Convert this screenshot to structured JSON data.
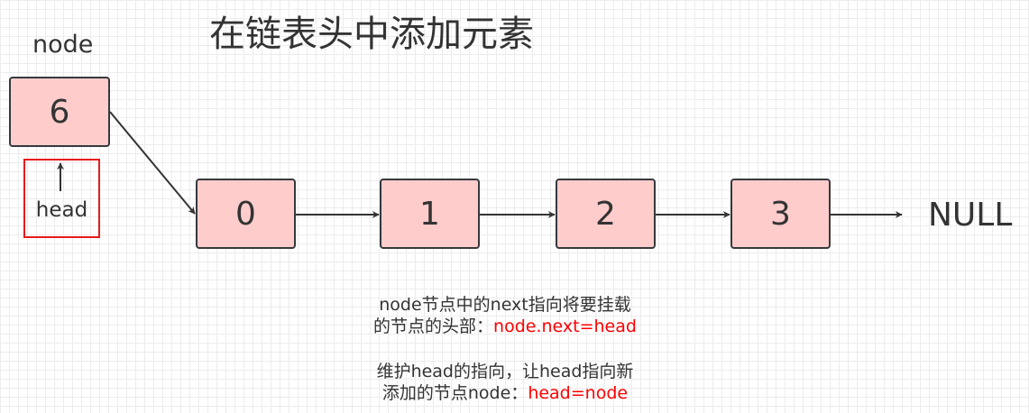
{
  "title": "在链表头中添加元素",
  "new_node": {
    "label": "node",
    "value": "6"
  },
  "head_pointer": {
    "label": "head"
  },
  "list_nodes": [
    "0",
    "1",
    "2",
    "3"
  ],
  "null_label": "NULL",
  "notes": {
    "note1_line1": "node节点中的next指向将要挂载",
    "note1_line2_prefix": "的节点的头部：",
    "note1_code": "node.next=head",
    "note2_line1": "维护head的指向，让head指向新",
    "note2_line2_prefix": "添加的节点node：",
    "note2_code": "head=node"
  },
  "colors": {
    "node_fill": "#ffcccc",
    "node_border": "#36393d",
    "highlight": "#ff0000",
    "text": "#333333"
  }
}
